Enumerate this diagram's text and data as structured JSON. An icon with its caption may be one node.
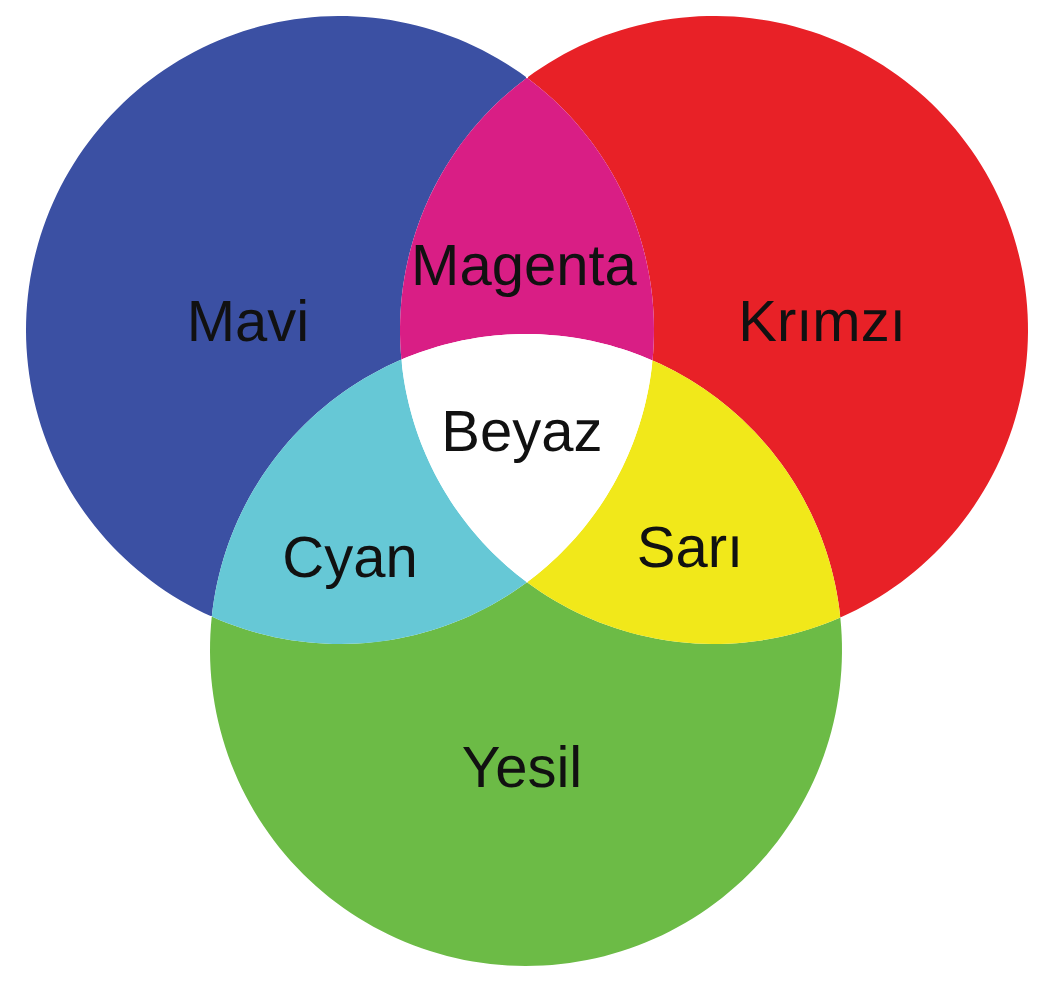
{
  "diagram": {
    "nodes": [
      {
        "text": [
          "Mavi"
        ]
      },
      {
        "text": [
          "Magenta"
        ]
      },
      {
        "text": [
          "Krımzı"
        ]
      },
      {
        "text": [
          "Beyaz"
        ]
      },
      {
        "text": [
          "Cyan"
        ]
      },
      {
        "text": [
          "Sarı"
        ]
      },
      {
        "text": [
          "Yesil"
        ]
      }
    ]
  }
}
